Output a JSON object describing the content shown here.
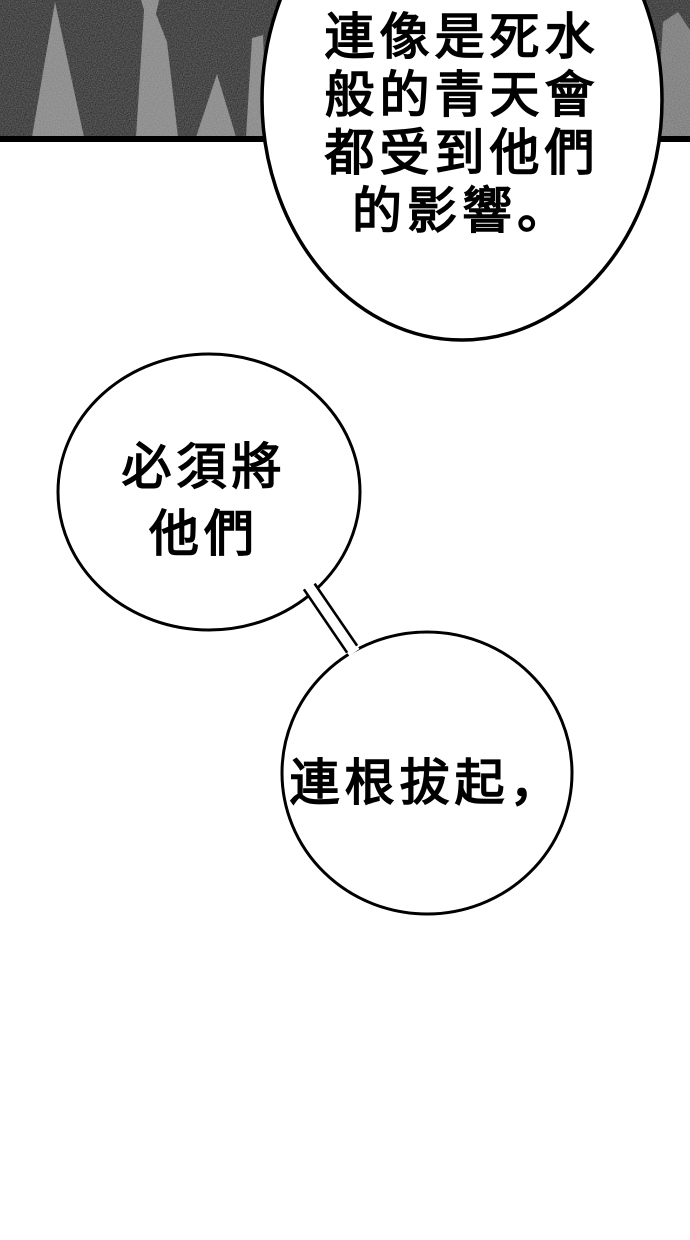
{
  "comic": {
    "top_panel": {
      "description": "grainy dark panel with standing leg/figure silhouettes, cut off by speech bubble",
      "bg_color": "#1d1d1d",
      "silhouette_color": "#7d7d7d",
      "border_color": "#000000"
    },
    "bubbles": {
      "fill": "#ffffff",
      "stroke": "#000000",
      "text_color": "#000000",
      "top": {
        "lines": [
          "連像是死水",
          "般的青天會",
          "都受到他們",
          "的影響。"
        ]
      },
      "middle": {
        "lines": [
          "必須將",
          "他們"
        ]
      },
      "bottom": {
        "lines": [
          "連根拔起，"
        ]
      }
    },
    "page_bg": "#ffffff"
  }
}
